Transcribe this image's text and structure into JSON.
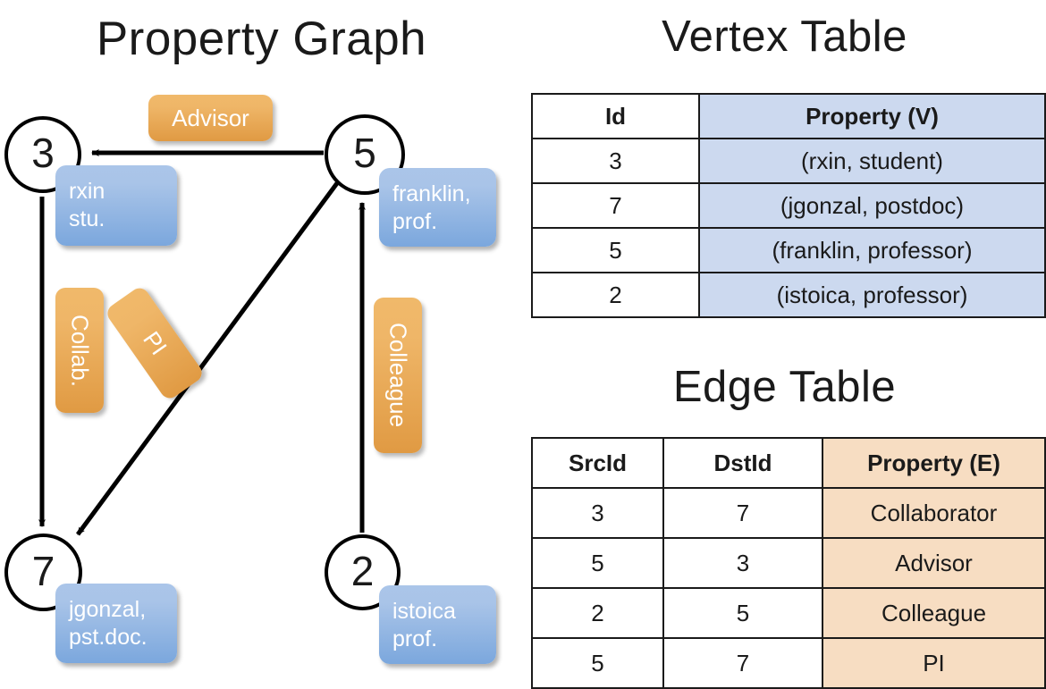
{
  "titles": {
    "property_graph": "Property Graph",
    "vertex_table": "Vertex Table",
    "edge_table": "Edge Table"
  },
  "graph": {
    "nodes": [
      {
        "id": "3",
        "name": "node-3",
        "property_line1": "rxin",
        "property_line2": "stu."
      },
      {
        "id": "5",
        "name": "node-5",
        "property_line1": "franklin,",
        "property_line2": "prof."
      },
      {
        "id": "7",
        "name": "node-7",
        "property_line1": "jgonzal,",
        "property_line2": "pst.doc."
      },
      {
        "id": "2",
        "name": "node-2",
        "property_line1": "istoica",
        "property_line2": "prof."
      }
    ],
    "edge_labels": [
      {
        "key": "advisor",
        "label": "Advisor"
      },
      {
        "key": "collab",
        "label": "Collab."
      },
      {
        "key": "pi",
        "label": "PI"
      },
      {
        "key": "colleague",
        "label": "Colleague"
      }
    ],
    "edges": [
      {
        "src": "5",
        "dst": "3",
        "label": "Advisor"
      },
      {
        "src": "3",
        "dst": "7",
        "label": "Collab."
      },
      {
        "src": "5",
        "dst": "7",
        "label": "PI"
      },
      {
        "src": "2",
        "dst": "5",
        "label": "Colleague"
      }
    ]
  },
  "vertex_table": {
    "headers": [
      "Id",
      "Property (V)"
    ],
    "rows": [
      {
        "id": "3",
        "property": "(rxin, student)"
      },
      {
        "id": "7",
        "property": "(jgonzal, postdoc)"
      },
      {
        "id": "5",
        "property": "(franklin, professor)"
      },
      {
        "id": "2",
        "property": "(istoica, professor)"
      }
    ]
  },
  "edge_table": {
    "headers": [
      "SrcId",
      "DstId",
      "Property (E)"
    ],
    "rows": [
      {
        "src": "3",
        "dst": "7",
        "property": "Collaborator"
      },
      {
        "src": "5",
        "dst": "3",
        "property": "Advisor"
      },
      {
        "src": "2",
        "dst": "5",
        "property": "Colleague"
      },
      {
        "src": "5",
        "dst": "7",
        "property": "PI"
      }
    ]
  },
  "colors": {
    "vertex_property_fill": "#ccd9ef",
    "edge_property_fill": "#f7ddc2",
    "node_box_blue": "#7ba7dd",
    "edge_label_orange": "#e09a43",
    "stroke": "#000000"
  }
}
